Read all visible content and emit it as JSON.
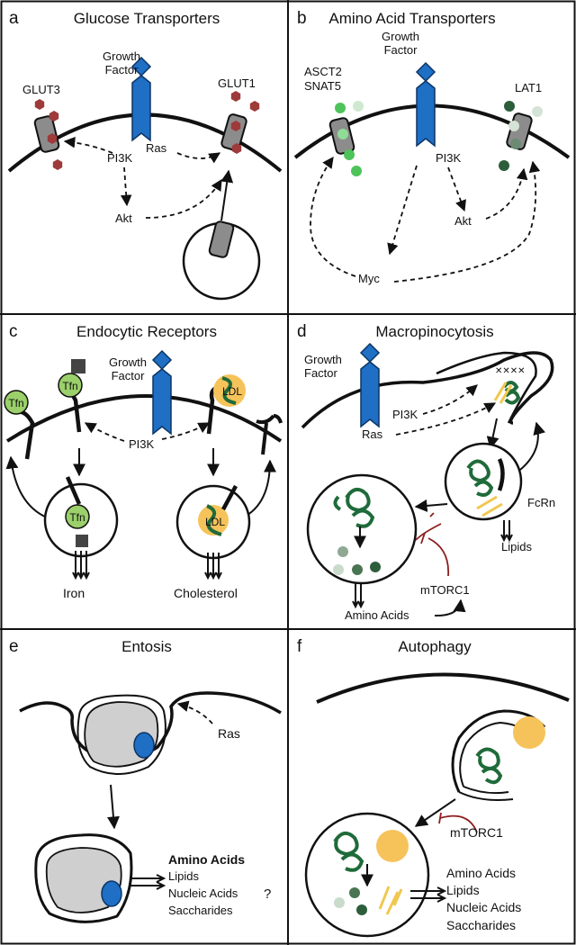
{
  "panels": {
    "a": {
      "letter": "a",
      "title": "Glucose Transporters",
      "labels": [
        "GLUT3",
        "Growth",
        "Factor",
        "GLUT1",
        "Ras",
        "PI3K",
        "Akt"
      ]
    },
    "b": {
      "letter": "b",
      "title": "Amino Acid Transporters",
      "labels": [
        "ASCT2",
        "SNAT5",
        "Growth",
        "Factor",
        "LAT1",
        "PI3K",
        "Akt",
        "Myc"
      ]
    },
    "c": {
      "letter": "c",
      "title": "Endocytic Receptors",
      "labels": [
        "Growth",
        "Factor",
        "PI3K",
        "Iron",
        "Cholesterol"
      ],
      "molecule_labels": [
        "Tfn",
        "Tfn",
        "Tfn",
        "LDL",
        "LDL"
      ]
    },
    "d": {
      "letter": "d",
      "title": "Macropinocytosis",
      "labels": [
        "Growth",
        "Factor",
        "PI3K",
        "Ras",
        "FcRn",
        "Lipids",
        "mTORC1",
        "Amino Acids"
      ]
    },
    "e": {
      "letter": "e",
      "title": "Entosis",
      "labels": [
        "Ras",
        "?"
      ],
      "outputs": [
        "Amino Acids",
        "Lipids",
        "Nucleic Acids",
        "Saccharides"
      ]
    },
    "f": {
      "letter": "f",
      "title": "Autophagy",
      "labels": [
        "mTORC1"
      ],
      "outputs": [
        "Amino Acids",
        "Lipids",
        "Nucleic Acids",
        "Saccharides"
      ]
    }
  },
  "colors": {
    "receptor_blue": "#1f6fc4",
    "transporter_gray": "#8c8c8c",
    "glucose_red": "#9e3a3a",
    "tfn_green": "#9bd06a",
    "ldl_orange": "#f6c35b",
    "protein_green": "#1f6b3a",
    "lipid_yellow": "#f0c850",
    "inhibit_red": "#8b1e1e",
    "nucleus_blue": "#1f6fc4",
    "cell_gray": "#cfcfcf"
  }
}
